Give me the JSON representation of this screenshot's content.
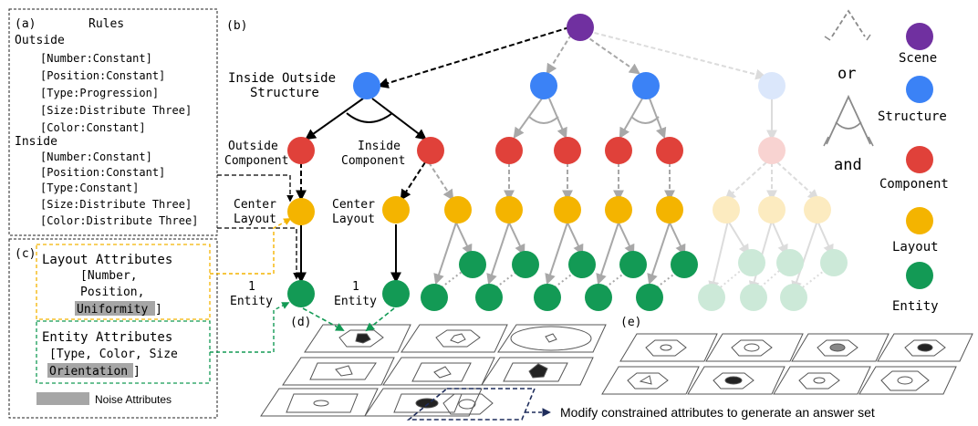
{
  "panel_a": {
    "tag": "(a)",
    "title": "Rules",
    "outside_label": "Outside",
    "outside_rules": [
      "[Number:Constant]",
      "[Position:Constant]",
      "[Type:Progression]",
      "[Size:Distribute Three]",
      "[Color:Constant]"
    ],
    "inside_label": "Inside",
    "inside_rules": [
      "[Number:Constant]",
      "[Position:Constant]",
      "[Type:Constant]",
      "[Size:Distribute Three]",
      "[Color:Distribute Three]"
    ]
  },
  "panel_b": {
    "tag": "(b)",
    "structure_label_1": "Inside Outside",
    "structure_label_2": "Structure",
    "outside_comp_1": "Outside",
    "outside_comp_2": "Component",
    "inside_comp_1": "Inside",
    "inside_comp_2": "Component",
    "center_layout_1a": "Center",
    "center_layout_1b": "Layout",
    "center_layout_2a": "Center",
    "center_layout_2b": "Layout",
    "entity_1a": "1",
    "entity_1b": "Entity",
    "entity_2a": "1",
    "entity_2b": "Entity"
  },
  "panel_c": {
    "tag": "(c)",
    "layout_title": "Layout Attributes",
    "layout_line1": "[Number,",
    "layout_line2": "Position,",
    "layout_highlight": "Uniformity",
    "layout_close": "]",
    "entity_title": "Entity Attributes",
    "entity_line1": "[Type, Color, Size",
    "entity_highlight": "Orientation",
    "entity_close": "]",
    "noise_label": "Noise Attributes"
  },
  "panel_d": {
    "tag": "(d)"
  },
  "panel_e": {
    "tag": "(e)"
  },
  "legend": {
    "or_label": "or",
    "and_label": "and",
    "items": [
      {
        "label": "Scene",
        "color": "#7030a0"
      },
      {
        "label": "Structure",
        "color": "#3b82f6"
      },
      {
        "label": "Component",
        "color": "#e0413a"
      },
      {
        "label": "Layout",
        "color": "#f4b400"
      },
      {
        "label": "Entity",
        "color": "#139a55"
      }
    ]
  },
  "answer_caption": "Modify constrained attributes to generate an answer set",
  "colors": {
    "scene": "#7030a0",
    "structure": "#3b82f6",
    "component": "#e0413a",
    "layout": "#f4b400",
    "entity": "#139a55",
    "layout_box": "#f4b400",
    "entity_box": "#139a55",
    "noise": "#a6a6a6"
  }
}
